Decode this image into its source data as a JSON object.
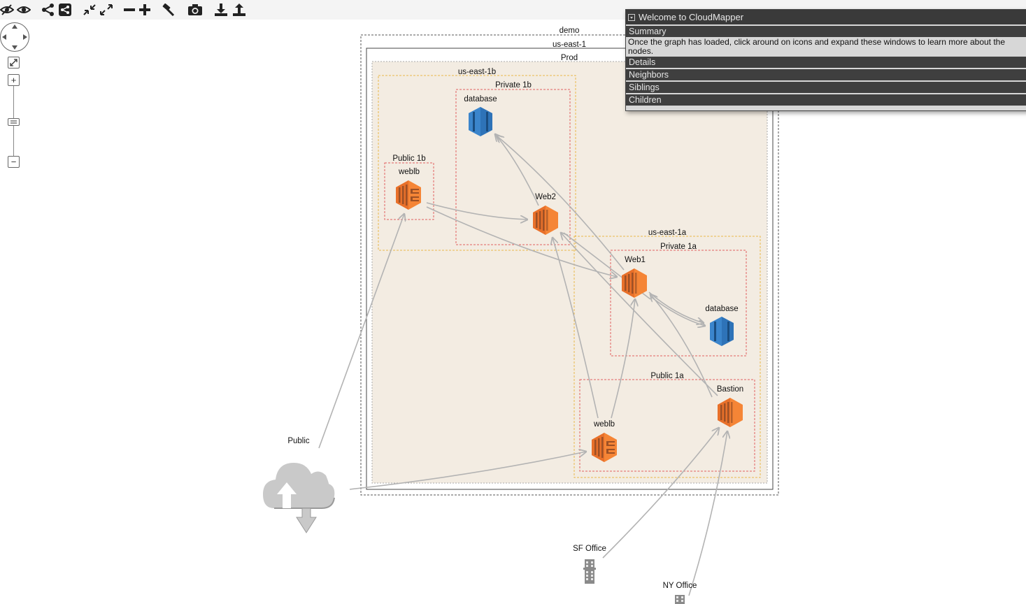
{
  "toolbar": {
    "buttons": [
      {
        "name": "hide-eye-icon"
      },
      {
        "name": "show-eye-icon"
      },
      {
        "name": "share-icon"
      },
      {
        "name": "share-box-icon"
      },
      {
        "name": "collapse-icon"
      },
      {
        "name": "expand-icon"
      },
      {
        "name": "zoom-out-icon"
      },
      {
        "name": "zoom-in-icon"
      },
      {
        "name": "hammer-icon"
      },
      {
        "name": "camera-icon"
      },
      {
        "name": "download-icon"
      },
      {
        "name": "upload-icon"
      }
    ]
  },
  "panel": {
    "title": "Welcome to CloudMapper",
    "sections": [
      {
        "label": "Summary",
        "body": "Once the graph has loaded, click around on icons and expand these windows to learn more about the nodes."
      },
      {
        "label": "Details"
      },
      {
        "label": "Neighbors"
      },
      {
        "label": "Siblings"
      },
      {
        "label": "Children"
      }
    ]
  },
  "graph": {
    "containers": {
      "demo": "demo",
      "region": "us-east-1",
      "vpc": "Prod",
      "az_b": "us-east-1b",
      "private_1b": "Private 1b",
      "public_1b": "Public 1b",
      "az_a": "us-east-1a",
      "private_1a": "Private 1a",
      "public_1a": "Public 1a"
    },
    "nodes": {
      "database_b": "database",
      "weblb_b": "weblb",
      "web2": "Web2",
      "web1": "Web1",
      "database_a": "database",
      "bastion": "Bastion",
      "weblb_a": "weblb",
      "public": "Public",
      "sf_office": "SF Office",
      "ny_office": "NY Office"
    }
  },
  "colors": {
    "ec2": "#f58536",
    "ec2_dark": "#9d5025",
    "rds": "#2e73b8",
    "rds_dark": "#1a4d80",
    "subnet_border": "#e06060",
    "az_border": "#e8b84a",
    "vpc_fill": "#f3ece2",
    "edge": "#b3b3b3"
  }
}
